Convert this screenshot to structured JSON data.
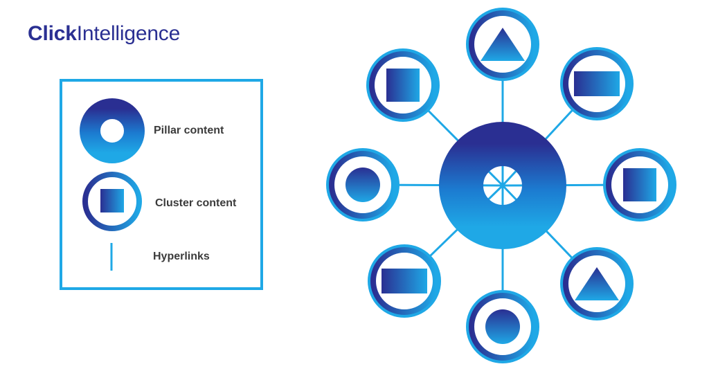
{
  "logo": {
    "brand_bold": "Click",
    "brand_regular": "Intelligence"
  },
  "legend": {
    "pillar_label": "Pillar content",
    "cluster_label": "Cluster content",
    "hyperlinks_label": "Hyperlinks"
  },
  "colors": {
    "navy": "#2a2f92",
    "blue": "#1fa8e6",
    "mid_blue": "#1c6fc8",
    "link": "#1fa8e6"
  },
  "diagram": {
    "pillar": {
      "icon": "ring-icon"
    },
    "clusters": [
      {
        "position": "top",
        "icon": "triangle-icon"
      },
      {
        "position": "top-right",
        "icon": "wide-rectangle-icon"
      },
      {
        "position": "right",
        "icon": "square-icon"
      },
      {
        "position": "bottom-right",
        "icon": "triangle-icon"
      },
      {
        "position": "bottom",
        "icon": "circle-icon"
      },
      {
        "position": "bottom-left",
        "icon": "wide-rectangle-icon"
      },
      {
        "position": "left",
        "icon": "circle-icon"
      },
      {
        "position": "top-left",
        "icon": "square-icon"
      }
    ]
  }
}
